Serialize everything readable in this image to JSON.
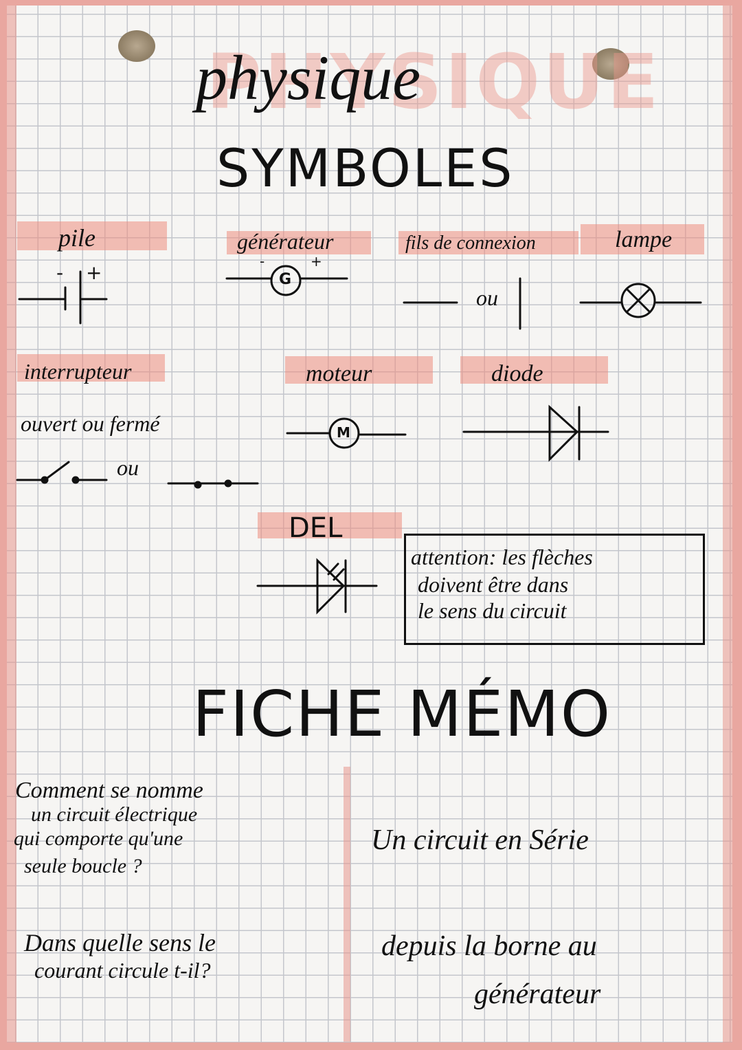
{
  "header": {
    "watermark": "PHYSIQUE",
    "title": "physique",
    "subtitle": "SYMBOLES"
  },
  "symbols": {
    "pile": {
      "label": "pile",
      "minus": "-",
      "plus": "+"
    },
    "generateur": {
      "label": "générateur",
      "letter": "G",
      "minus": "-",
      "plus": "+"
    },
    "fils": {
      "label": "fils de connexion",
      "or": "ou"
    },
    "lampe": {
      "label": "lampe"
    },
    "interrupteur": {
      "label": "interrupteur",
      "states": "ouvert ou fermé",
      "or": "ou"
    },
    "moteur": {
      "label": "moteur",
      "letter": "M"
    },
    "diode": {
      "label": "diode"
    },
    "del": {
      "label": "DEL"
    }
  },
  "note": {
    "lines": [
      "attention: les flèches",
      "doivent être dans",
      "le sens du circuit"
    ]
  },
  "memo": {
    "title": "FICHE MÉMO",
    "items": [
      {
        "question": [
          "Comment se nomme",
          "un circuit électrique",
          "qui comporte qu'une",
          "seule boucle ?"
        ],
        "answer": [
          "Un circuit en Série"
        ]
      },
      {
        "question": [
          "Dans quelle sens le",
          "courant circule t-il?"
        ],
        "answer": [
          "depuis la borne au",
          "générateur"
        ]
      }
    ]
  },
  "colors": {
    "highlight": "#ec8c7d",
    "ink": "#111111",
    "grid": "#c4c6cc"
  }
}
